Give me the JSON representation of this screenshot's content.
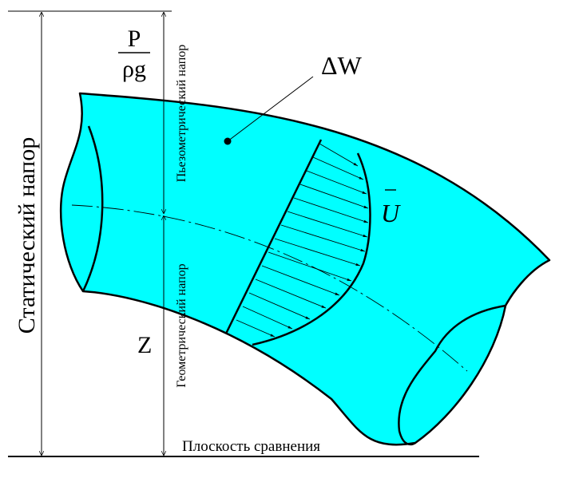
{
  "colors": {
    "fill": "#00ffff",
    "stroke": "#000000",
    "background": "#ffffff"
  },
  "labels": {
    "static_head": "Статический напор",
    "piezometric_head": "Пьезометрический напор",
    "geometric_head": "Геометрический напор",
    "comparison_plane": "Плоскость сравнения",
    "pressure_numerator": "P",
    "pressure_denominator": "ρg",
    "elevation": "Z",
    "element_volume": "ΔW",
    "velocity": "U"
  }
}
